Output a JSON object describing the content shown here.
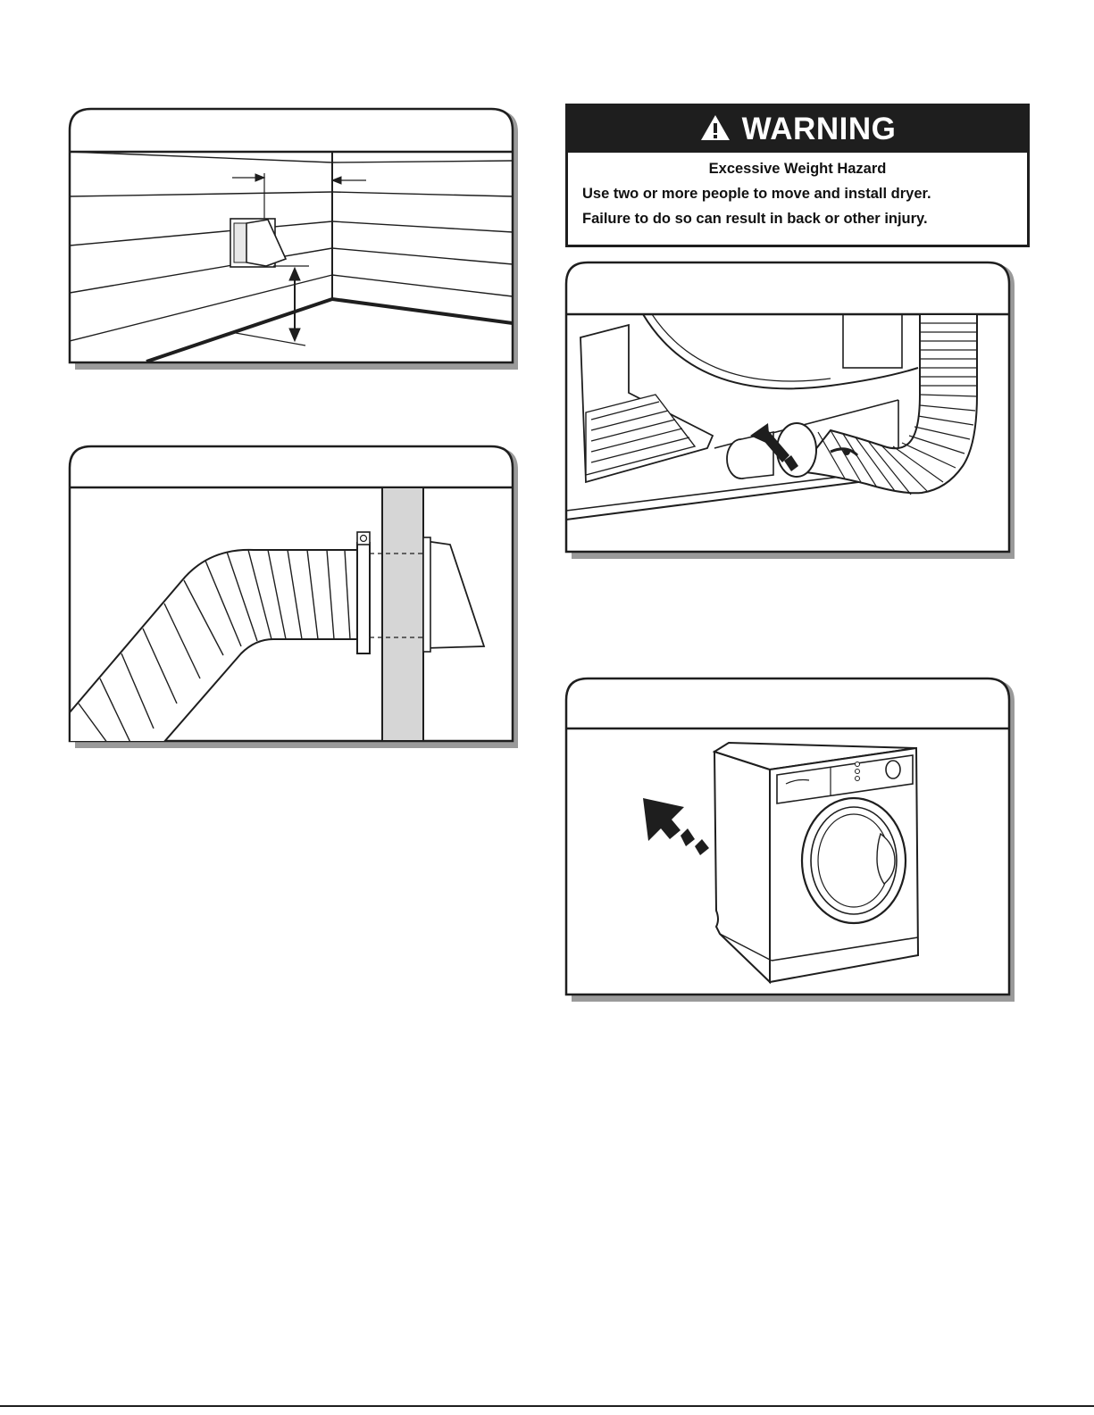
{
  "warning": {
    "icon": "warning-triangle-icon",
    "title": "WARNING",
    "hazard": "Excessive Weight Hazard",
    "lines": [
      "Use two or more people to move and install dryer.",
      "Failure to do so can result in back or other injury."
    ]
  },
  "figures": [
    {
      "depicts": "exhaust-hood-on-wall"
    },
    {
      "depicts": "vent-duct-through-wall"
    },
    {
      "depicts": "duct-connected-to-dryer-outlet"
    },
    {
      "depicts": "dryer-moved-into-position"
    }
  ],
  "colors": {
    "ink": "#1e1e1e",
    "wall_fill": "#d6d6d6",
    "shadow": "#9a9a9a",
    "paper": "#ffffff"
  }
}
